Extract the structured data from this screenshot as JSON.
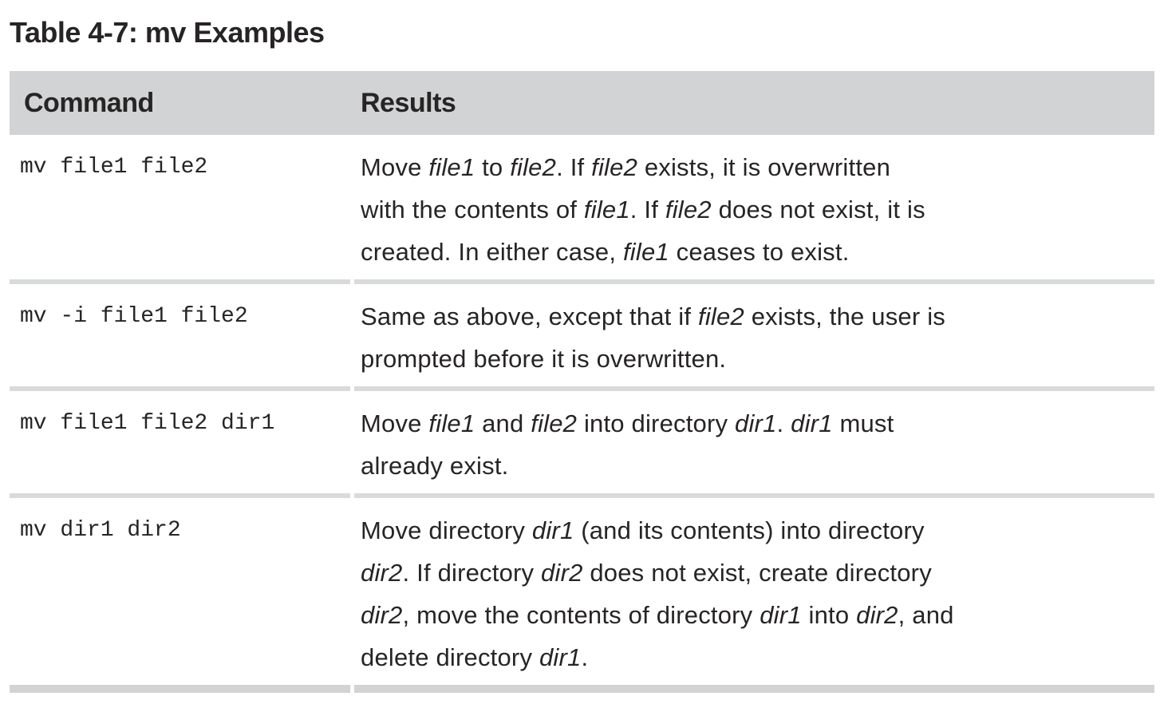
{
  "title": {
    "text": "Table 4-7: mv Examples"
  },
  "colors": {
    "header_bg": "#d2d3d4",
    "row_rule": "#d8dadb",
    "bottom_rule": "#d2d3d4",
    "text": "#272425"
  },
  "table": {
    "headers": [
      {
        "label": "Command"
      },
      {
        "label": "Results"
      }
    ],
    "rows": [
      {
        "command": "mv file1 file2",
        "result": [
          {
            "t": "Move "
          },
          {
            "t": "file1",
            "i": true
          },
          {
            "t": " to "
          },
          {
            "t": "file2",
            "i": true
          },
          {
            "t": ". If "
          },
          {
            "t": "file2",
            "i": true
          },
          {
            "t": " exists, it is overwritten"
          },
          {
            "br": true
          },
          {
            "t": "with the contents of "
          },
          {
            "t": "file1",
            "i": true
          },
          {
            "t": ". If "
          },
          {
            "t": "file2",
            "i": true
          },
          {
            "t": " does not exist, it is"
          },
          {
            "br": true
          },
          {
            "t": "created. In either case, "
          },
          {
            "t": "file1",
            "i": true
          },
          {
            "t": " ceases to exist."
          }
        ]
      },
      {
        "command": "mv -i file1 file2",
        "result": [
          {
            "t": "Same as above, except that if "
          },
          {
            "t": "file2",
            "i": true
          },
          {
            "t": " exists, the user is"
          },
          {
            "br": true
          },
          {
            "t": "prompted before it is overwritten."
          }
        ]
      },
      {
        "command": "mv file1 file2 dir1",
        "result": [
          {
            "t": "Move "
          },
          {
            "t": "file1",
            "i": true
          },
          {
            "t": " and "
          },
          {
            "t": "file2",
            "i": true
          },
          {
            "t": " into directory "
          },
          {
            "t": "dir1",
            "i": true
          },
          {
            "t": ". "
          },
          {
            "t": "dir1",
            "i": true
          },
          {
            "t": " must"
          },
          {
            "br": true
          },
          {
            "t": "already exist."
          }
        ]
      },
      {
        "command": "mv dir1 dir2",
        "result": [
          {
            "t": "Move directory "
          },
          {
            "t": "dir1",
            "i": true
          },
          {
            "t": " (and its contents) into directory"
          },
          {
            "br": true
          },
          {
            "t": "dir2",
            "i": true
          },
          {
            "t": ". If directory "
          },
          {
            "t": "dir2",
            "i": true
          },
          {
            "t": " does not exist, create directory"
          },
          {
            "br": true
          },
          {
            "t": "dir2",
            "i": true
          },
          {
            "t": ", move the contents of directory "
          },
          {
            "t": "dir1",
            "i": true
          },
          {
            "t": " into "
          },
          {
            "t": "dir2",
            "i": true
          },
          {
            "t": ", and"
          },
          {
            "br": true
          },
          {
            "t": "delete directory "
          },
          {
            "t": "dir1",
            "i": true
          },
          {
            "t": "."
          }
        ]
      }
    ]
  }
}
